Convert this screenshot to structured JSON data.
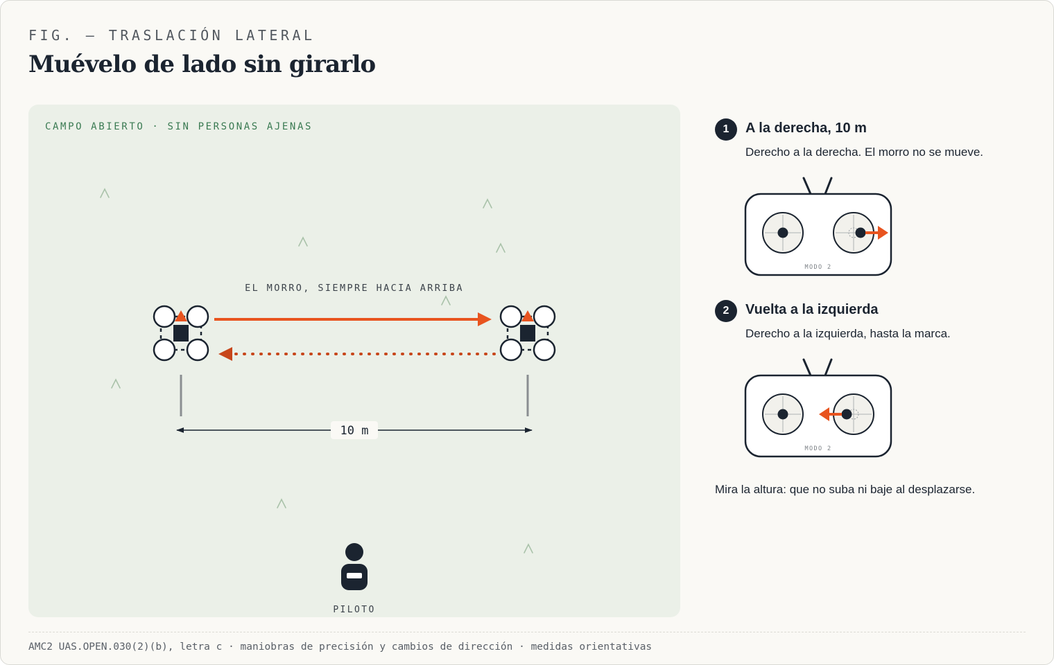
{
  "header": {
    "kicker": "FIG. — TRASLACIÓN LATERAL",
    "title": "Muévelo de lado sin girarlo"
  },
  "field": {
    "label": "CAMPO ABIERTO · SIN PERSONAS AJENAS",
    "heading_note": "EL MORRO, SIEMPRE HACIA ARRIBA",
    "distance_label": "10 m",
    "pilot_label": "PILOTO"
  },
  "steps": [
    {
      "number": "1",
      "title": "A la derecha, 10 m",
      "description": "Derecho a la derecha. El morro no se mueve.",
      "remote_label": "MODO 2",
      "stick_direction": "right"
    },
    {
      "number": "2",
      "title": "Vuelta a la izquierda",
      "description": "Derecho a la izquierda, hasta la marca.",
      "remote_label": "MODO 2",
      "stick_direction": "left"
    }
  ],
  "note": "Mira la altura: que no suba ni baje al desplazarse.",
  "footer": "AMC2 UAS.OPEN.030(2)(b), letra c · maniobras de precisión y cambios de dirección · medidas orientativas",
  "colors": {
    "ink": "#1b2430",
    "accent": "#e8541f",
    "accent_dark": "#c7461b",
    "field_bg": "#ebf0e8",
    "grass": "#a9c2a9",
    "field_label": "#3a7a52"
  }
}
